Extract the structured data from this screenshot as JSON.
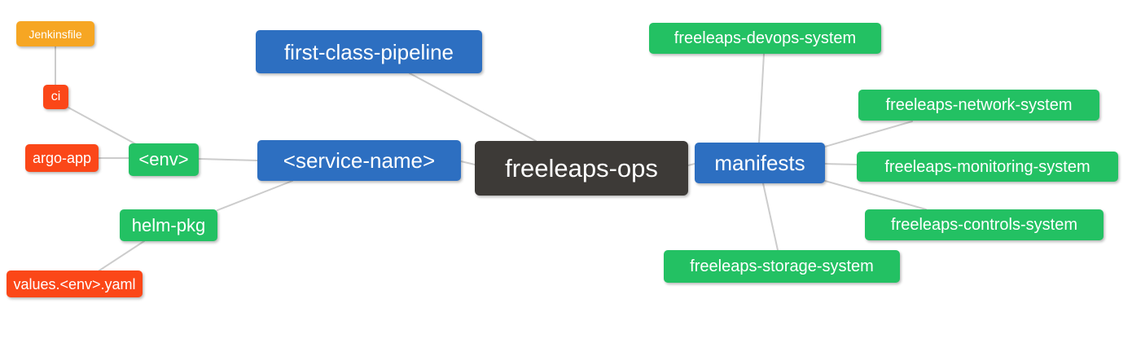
{
  "diagram": {
    "type": "mindmap",
    "root_label": "freeleaps-ops"
  },
  "palette": {
    "blue": "#2D6FC1",
    "green": "#23C163",
    "red": "#FB4718",
    "orange": "#F6A623",
    "dark": "#3D3A37",
    "line": "#CCCCCC",
    "background": "#FFFFFF",
    "text": "#FFFFFF"
  },
  "nodes": [
    {
      "id": "jenkinsfile",
      "label": "Jenkinsfile",
      "color": "orange"
    },
    {
      "id": "ci",
      "label": "ci",
      "color": "red"
    },
    {
      "id": "argo-app",
      "label": "argo-app",
      "color": "red"
    },
    {
      "id": "env",
      "label": "<env>",
      "color": "green"
    },
    {
      "id": "helm-pkg",
      "label": "helm-pkg",
      "color": "green"
    },
    {
      "id": "values-env-yaml",
      "label": "values.<env>.yaml",
      "color": "red"
    },
    {
      "id": "first-class-pipeline",
      "label": "first-class-pipeline",
      "color": "blue"
    },
    {
      "id": "service-name",
      "label": "<service-name>",
      "color": "blue"
    },
    {
      "id": "freeleaps-ops",
      "label": "freeleaps-ops",
      "color": "dark"
    },
    {
      "id": "manifests",
      "label": "manifests",
      "color": "blue"
    },
    {
      "id": "freeleaps-devops-system",
      "label": "freeleaps-devops-system",
      "color": "green"
    },
    {
      "id": "freeleaps-network-system",
      "label": "freeleaps-network-system",
      "color": "green"
    },
    {
      "id": "freeleaps-monitoring-system",
      "label": "freeleaps-monitoring-system",
      "color": "green"
    },
    {
      "id": "freeleaps-controls-system",
      "label": "freeleaps-controls-system",
      "color": "green"
    },
    {
      "id": "freeleaps-storage-system",
      "label": "freeleaps-storage-system",
      "color": "green"
    }
  ],
  "connections": [
    {
      "from": "Jenkinsfile",
      "to": "ci"
    },
    {
      "from": "ci",
      "to": "<env>"
    },
    {
      "from": "argo-app",
      "to": "<env>"
    },
    {
      "from": "<env>",
      "to": "<service-name>"
    },
    {
      "from": "helm-pkg",
      "to": "<service-name>"
    },
    {
      "from": "values.<env>.yaml",
      "to": "helm-pkg"
    },
    {
      "from": "first-class-pipeline",
      "to": "freeleaps-ops"
    },
    {
      "from": "<service-name>",
      "to": "freeleaps-ops"
    },
    {
      "from": "freeleaps-ops",
      "to": "manifests"
    },
    {
      "from": "manifests",
      "to": "freeleaps-devops-system"
    },
    {
      "from": "manifests",
      "to": "freeleaps-network-system"
    },
    {
      "from": "manifests",
      "to": "freeleaps-monitoring-system"
    },
    {
      "from": "manifests",
      "to": "freeleaps-controls-system"
    },
    {
      "from": "manifests",
      "to": "freeleaps-storage-system"
    }
  ]
}
